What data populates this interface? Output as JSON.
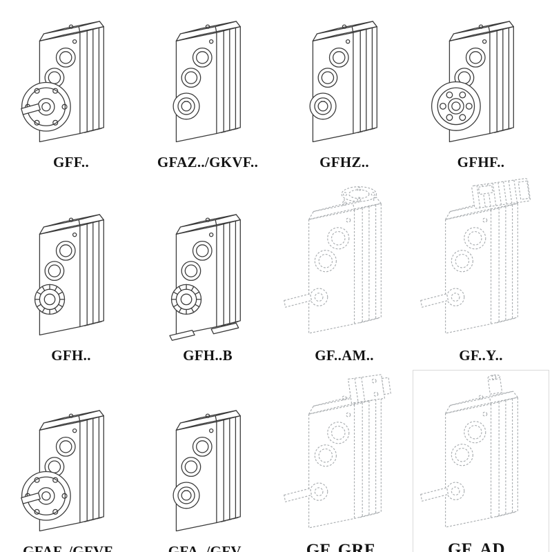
{
  "page": {
    "description": "Catalog sheet of parallel-shaft helical gearbox mounting variants, line drawings with model designations",
    "background": "#ffffff"
  },
  "colors": {
    "line": "#3a3a3a",
    "ghost_line": "#a9adb0",
    "label_text": "#141414",
    "cell_border": "#dadada"
  },
  "catalog": {
    "items": [
      {
        "label": "GFF..",
        "icon": "gearbox-flange-shaft-icon",
        "symbol": "#gb-flange"
      },
      {
        "label": "GFAZ../GKVF..",
        "icon": "gearbox-hollow-shaft-icon",
        "symbol": "#gb-hollow"
      },
      {
        "label": "GFHZ..",
        "icon": "gearbox-hollow-shaft-icon",
        "symbol": "#gb-hollow"
      },
      {
        "label": "GFHF..",
        "icon": "gearbox-flange-face-icon",
        "symbol": "#gb-flangeface"
      },
      {
        "label": "GFH..",
        "icon": "gearbox-bearing-output-icon",
        "symbol": "#gb-bearing"
      },
      {
        "label": "GFH..B",
        "icon": "gearbox-foot-mount-icon",
        "symbol": "#gb-foot"
      },
      {
        "label": "GF..AM..",
        "icon": "gearbox-servo-adapter-icon",
        "symbol": "#gb-am"
      },
      {
        "label": "GF..Y..",
        "icon": "gearbox-with-motor-icon",
        "symbol": "#gb-y"
      },
      {
        "label": "GFAF../GFVF..",
        "icon": "gearbox-flange-shaft-icon",
        "symbol": "#gb-flange"
      },
      {
        "label": "GFA../GFV..",
        "icon": "gearbox-hollow-shaft-icon",
        "symbol": "#gb-hollow"
      },
      {
        "label": "GF..GRF..",
        "icon": "gearbox-input-adapter-icon",
        "symbol": "#gb-grf"
      },
      {
        "label": "GF..AD..",
        "icon": "gearbox-input-shaft-icon",
        "symbol": "#gb-ad"
      }
    ]
  }
}
